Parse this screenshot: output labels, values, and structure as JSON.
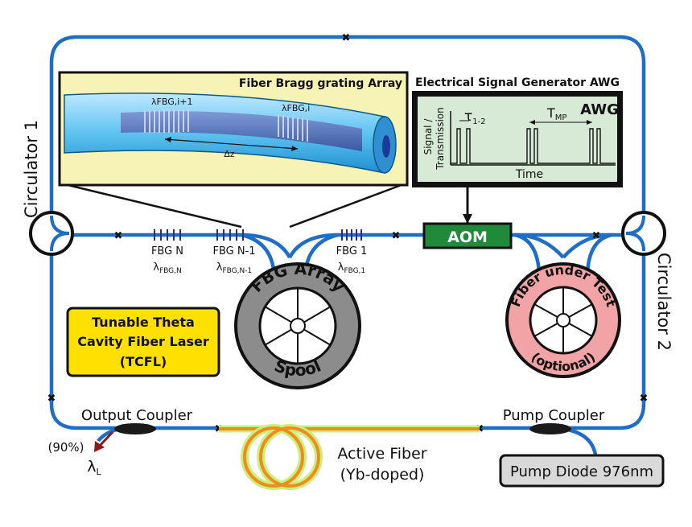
{
  "colors": {
    "fiber": "#1e6ec8",
    "aom_fill": "#1f8a3a",
    "awg_screen": "#d6ead6",
    "fbg_panel": "#f7f3b4",
    "tcfl_fill": "#ffe000",
    "spool_fill": "#8c8c8c",
    "fut_fill": "#f2a3a5",
    "active_fiber": "#f08c1e",
    "active_glow": "#c8f07a",
    "pump_fill": "#d9d9d9",
    "output_arrow": "#8b1a1a"
  },
  "labels": {
    "circulator1": "Circulator 1",
    "circulator2": "Circulator 2",
    "fbg_panel_title": "Fiber Bragg grating Array",
    "fbg_lambda_i1": "λFBG,i+1",
    "fbg_lambda_i": "λFBG,i",
    "fbg_dz": "Δz",
    "awg_title": "Electrical Signal Generator AWG",
    "awg_tag": "AWG",
    "awg_ylabel_1": "Signal /",
    "awg_ylabel_2": "Transmission",
    "awg_xlabel": "Time",
    "tau_main": "τ",
    "tau_sub": "1-2",
    "tmp_main": "T",
    "tmp_sub": "MP",
    "aom": "AOM",
    "fbg_n": "FBG N",
    "lambda_n_main": "λ",
    "lambda_n_sub": "FBG,N",
    "fbg_n1": "FBG N-1",
    "lambda_n1_main": "λ",
    "lambda_n1_sub": "FBG,N-1",
    "fbg_1": "FBG 1",
    "lambda_1_main": "λ",
    "lambda_1_sub": "FBG,1",
    "spool_top": "FBG Array",
    "spool_bottom": "Spool",
    "fut_top": "Fiber under Test",
    "fut_bottom": "(optional)",
    "tcfl_line1": "Tunable Theta",
    "tcfl_line2": "Cavity Fiber Laser",
    "tcfl_line3": "(TCFL)",
    "output_coupler": "Output Coupler",
    "output_percent": "(90%)",
    "lambda_l_main": "λ",
    "lambda_l_sub": "L",
    "active_fiber_1": "Active Fiber",
    "active_fiber_2": "(Yb-doped)",
    "pump_coupler": "Pump Coupler",
    "pump_diode": "Pump Diode 976nm"
  }
}
